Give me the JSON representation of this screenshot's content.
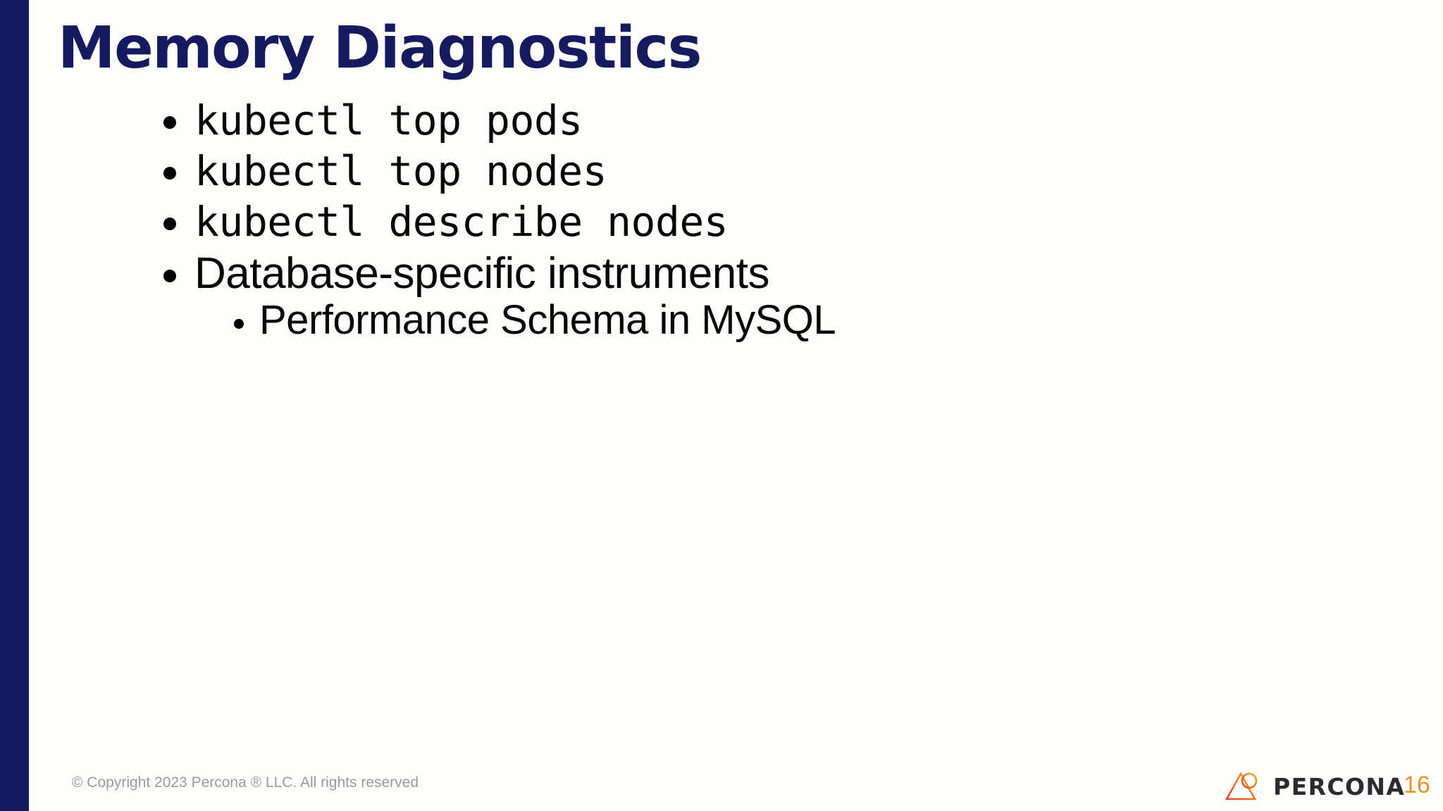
{
  "slide": {
    "title": "Memory Diagnostics",
    "accent_navy": "#151b5e",
    "background": "#fdfdfb",
    "bullets": [
      {
        "text": "kubectl top pods",
        "style": "mono",
        "level": 1
      },
      {
        "text": "kubectl top nodes",
        "style": "mono",
        "level": 1
      },
      {
        "text": "kubectl describe nodes",
        "style": "mono",
        "level": 1
      },
      {
        "text": "Database-specific instruments",
        "style": "sans",
        "level": 1
      },
      {
        "text": "Performance Schema in MySQL",
        "style": "sans",
        "level": 2
      }
    ]
  },
  "footer": {
    "copyright": "© Copyright 2023 Percona ® LLC. All rights reserved",
    "copyright_color": "#9a9aa2",
    "logo_wordmark": "PERCONA",
    "logo_color_start": "#e8b22a",
    "logo_color_end": "#e04a2f",
    "page_number": "16",
    "page_number_color": "#e99625"
  }
}
